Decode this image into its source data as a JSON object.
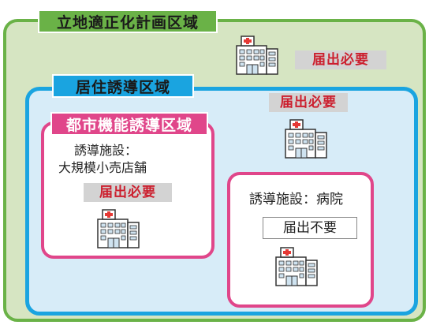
{
  "zones": {
    "outer_label": "立地適正化計画区域",
    "residential_label": "居住誘導区域",
    "urban_function_label": "都市機能誘導区域"
  },
  "notices": {
    "required": "届出必要",
    "not_required": "届出不要"
  },
  "facilities": {
    "small_retail_line1": "誘導施設：",
    "small_retail_line2": "大規模小売店舗",
    "hospital": "誘導施設：病院"
  },
  "icons": [
    "hospital-building-icon"
  ],
  "colors": {
    "outer_green": "#6ab247",
    "outer_fill": "#d6e5c2",
    "residential_blue": "#1aa4e0",
    "residential_fill": "#d7ecf8",
    "urban_pink": "#e0468a",
    "required_text": "#cc1f2e"
  }
}
